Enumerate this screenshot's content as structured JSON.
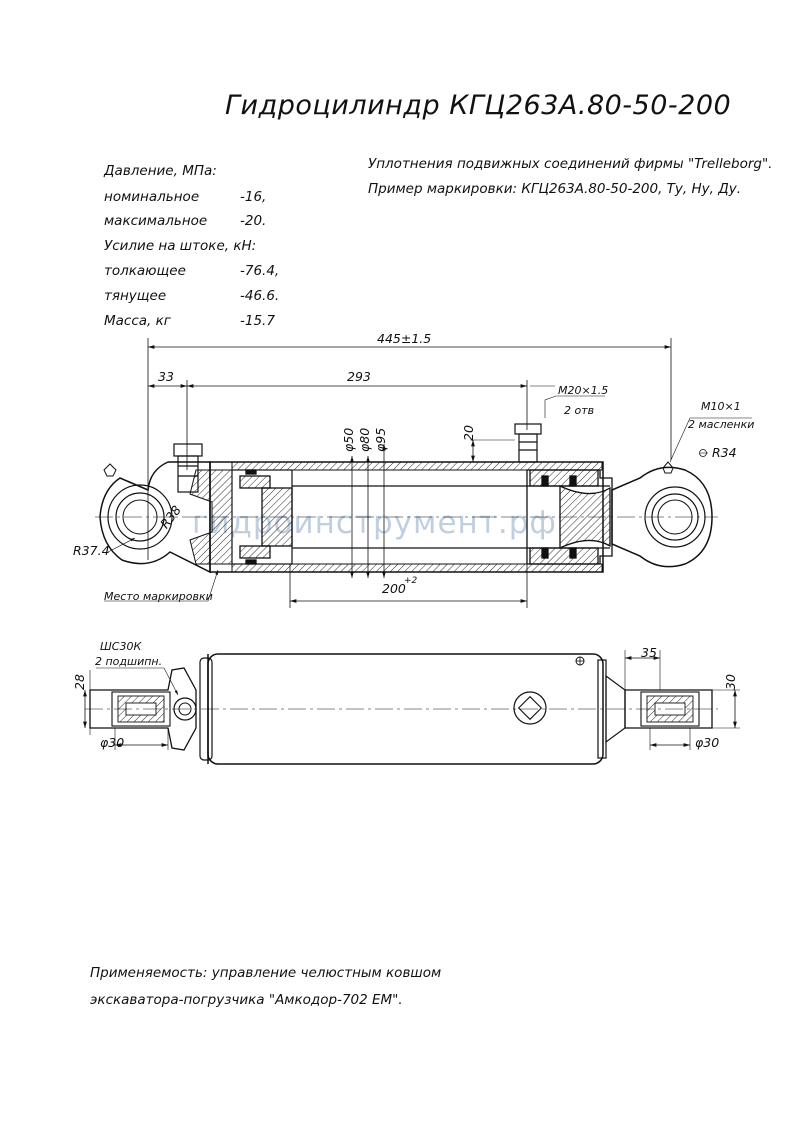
{
  "title": "Гидроцилиндр КГЦ263А.80-50-200",
  "specs": {
    "pressure_heading": "Давление, МПа:",
    "nominal_label": "номинальное",
    "nominal_value": "-16,",
    "max_label": "максимальное",
    "max_value": "-20.",
    "force_heading": "Усилие на штоке, кН:",
    "push_label": "толкающее",
    "push_value": "-76.4,",
    "pull_label": "тянущее",
    "pull_value": "-46.6.",
    "mass_label": "Масса, кг",
    "mass_value": "-15.7"
  },
  "notes": {
    "seals": "Уплотнения подвижных соединений фирмы \"Trelleborg\".",
    "marking_example": "Пример маркировки: КГЦ263А.80-50-200, Ту, Ну, Ду."
  },
  "dimensions": {
    "overall": "445±1.5",
    "d33": "33",
    "d293": "293",
    "port_thread": "M20×1.5",
    "port_count": "2 отв",
    "grease_thread": "M10×1",
    "grease_count": "2 масленки",
    "r34": "R34",
    "phi50": "φ50",
    "phi80": "φ80",
    "phi95": "φ95",
    "d20": "20",
    "r38": "R38",
    "r37_4": "R37.4",
    "stroke": "200",
    "stroke_tol": "+2",
    "marking_place": "Место маркировки",
    "bearing": "ШС30К",
    "bearing_count": "2 подшипн.",
    "d28": "28",
    "phi30_left": "φ30",
    "d35": "35",
    "d30_right": "30",
    "phi30_right": "φ30"
  },
  "application": {
    "line1": "Применяемость: управление челюстным ковшом",
    "line2": "экскаватора-погрузчика \"Амкодор-702 ЕМ\"."
  },
  "watermark": "гидроинструмент.рф"
}
